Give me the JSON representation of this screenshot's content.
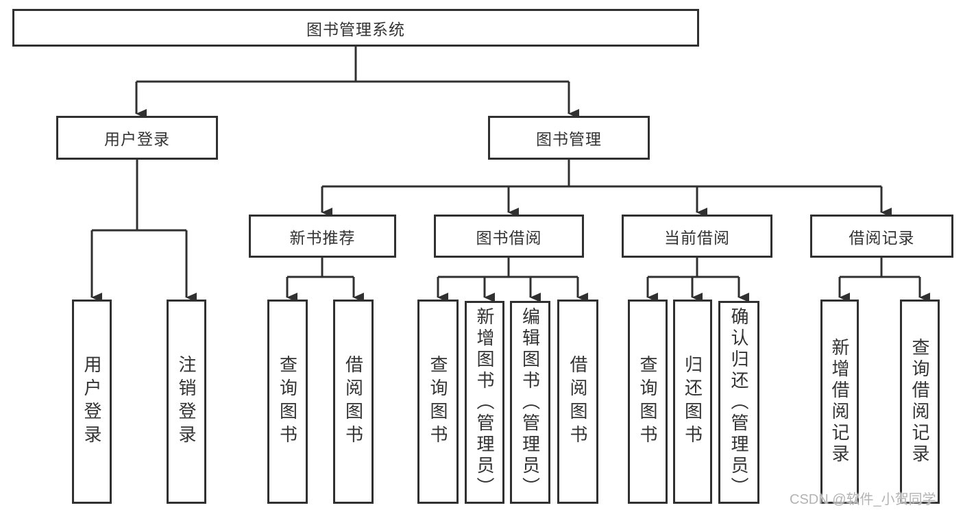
{
  "tree": {
    "root": {
      "label": "图书管理系统",
      "children": [
        {
          "label": "用户登录",
          "children": [
            {
              "label": "用户登录"
            },
            {
              "label": "注销登录"
            }
          ]
        },
        {
          "label": "图书管理",
          "children": [
            {
              "label": "新书推荐",
              "children": [
                {
                  "label": "查询图书"
                },
                {
                  "label": "借阅图书"
                }
              ]
            },
            {
              "label": "图书借阅",
              "children": [
                {
                  "label": "查询图书"
                },
                {
                  "label": "新增图书（管理员）"
                },
                {
                  "label": "编辑图书（管理员）"
                },
                {
                  "label": "借阅图书"
                }
              ]
            },
            {
              "label": "当前借阅",
              "children": [
                {
                  "label": "查询图书"
                },
                {
                  "label": "归还图书"
                },
                {
                  "label": "确认归还（管理员）"
                }
              ]
            },
            {
              "label": "借阅记录",
              "children": [
                {
                  "label": "新增借阅记录"
                },
                {
                  "label": "查询借阅记录"
                }
              ]
            }
          ]
        }
      ]
    }
  },
  "watermark": {
    "text": "CSDN @软件_小贺同学"
  },
  "colors": {
    "line": "#303030",
    "text": "#333333",
    "background": "#ffffff",
    "watermark": "#b3b3b3"
  }
}
